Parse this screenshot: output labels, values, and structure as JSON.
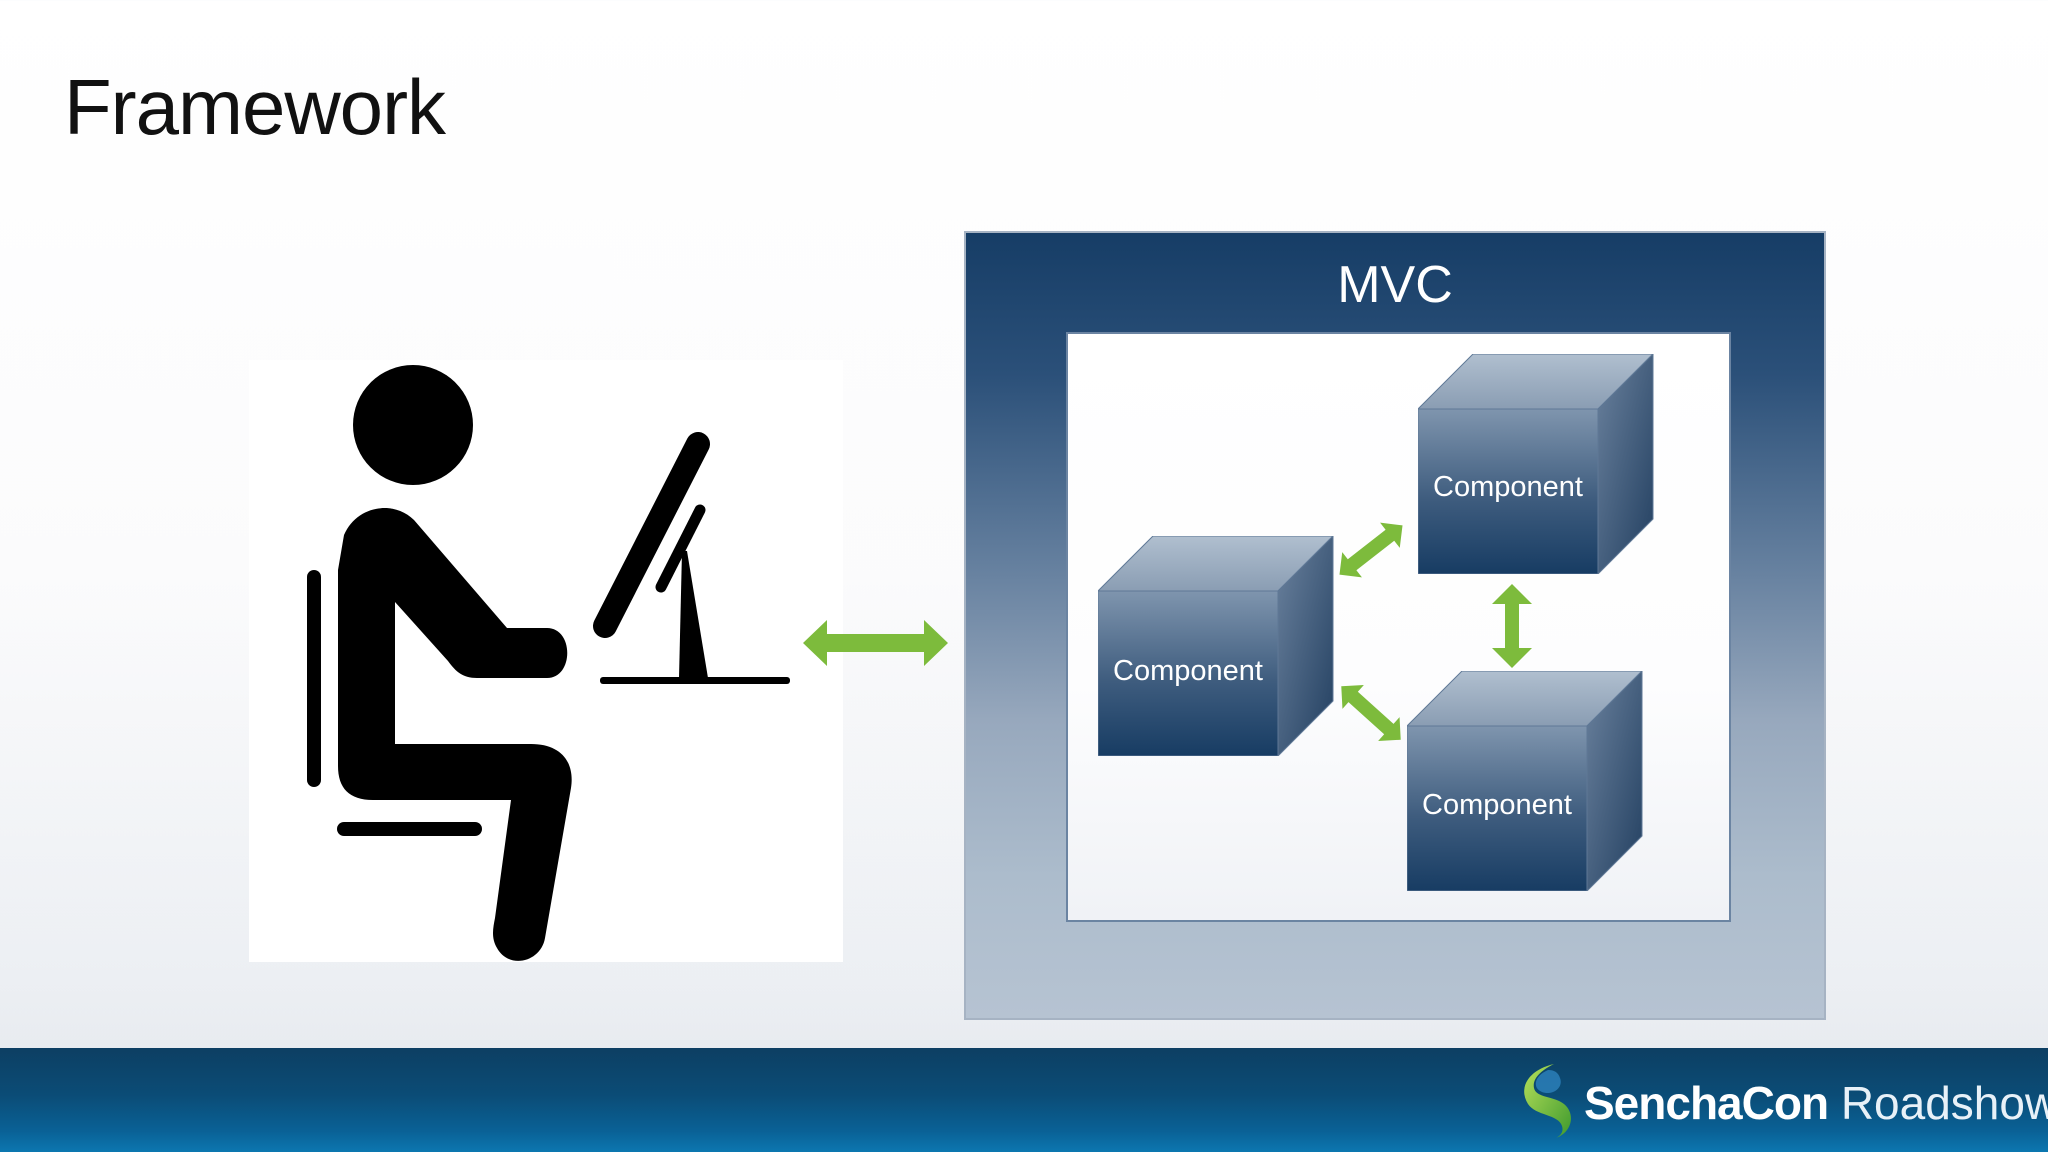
{
  "slide": {
    "title": "Framework"
  },
  "mvc": {
    "label": "MVC",
    "components": [
      {
        "label": "Component"
      },
      {
        "label": "Component"
      },
      {
        "label": "Component"
      }
    ]
  },
  "footer": {
    "brand_strong": "SenchaCon",
    "brand_light": "Roadshow"
  },
  "colors": {
    "arrow_green": "#7dbb3c",
    "footer_blue": "#0b4c76",
    "mvc_dark": "#163d66"
  },
  "icons": {
    "figure": "person-at-computer-icon",
    "logo": "sencha-logo-icon"
  }
}
